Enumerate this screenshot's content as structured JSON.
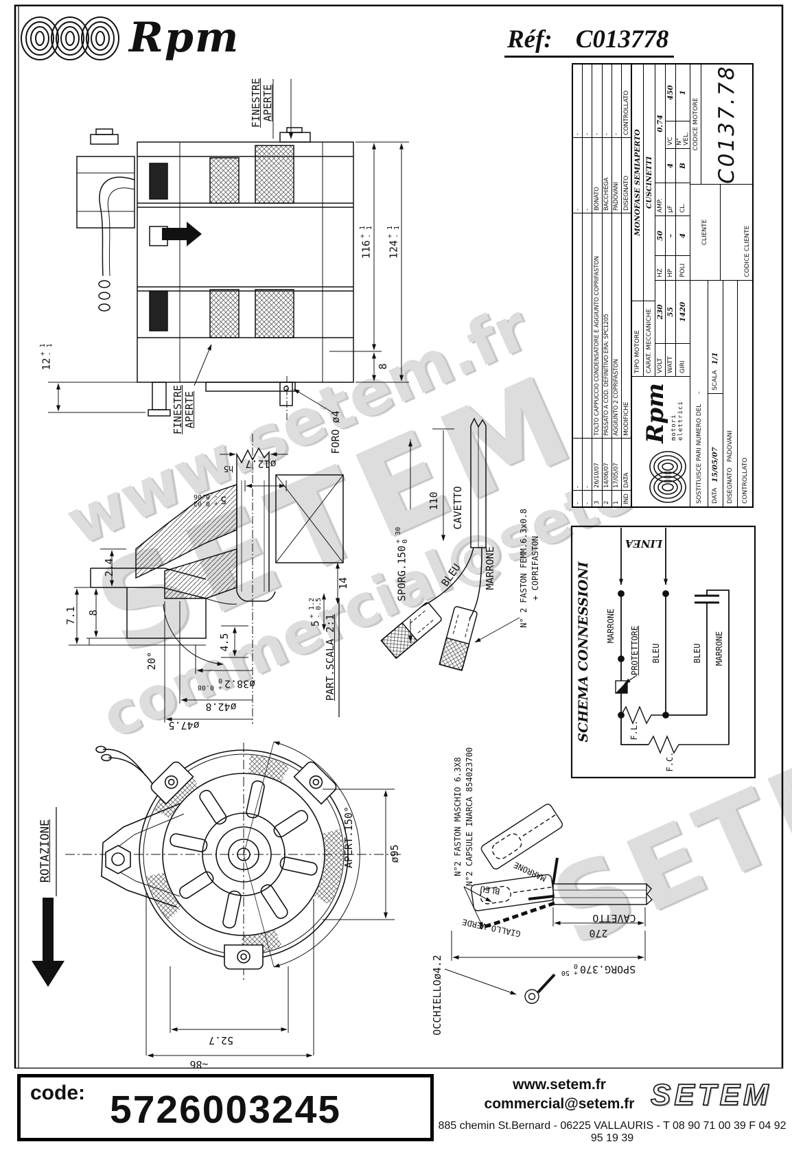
{
  "header": {
    "ref_label": "Réf:",
    "ref_value": "C013778",
    "brand": "Rpm"
  },
  "title_block": {
    "revisions": {
      "header": {
        "ind": "IND",
        "data": "DATA",
        "modifiche": "MODIFICHE",
        "disegnato": "DISEGNATO",
        "controllato": "CONTROLLATO"
      },
      "rows": [
        {
          "ind": "-",
          "date": "-",
          "desc": "",
          "by": "-",
          "chk": "-"
        },
        {
          "ind": "-",
          "date": "-",
          "desc": "",
          "by": "-",
          "chk": "-"
        },
        {
          "ind": "3",
          "date": "26/10/07",
          "desc": "TOLTO CAPPUCCIO CONDENSATORE  E AGGIUNTO COPRIFASTON",
          "by": "BONATO",
          "chk": "-"
        },
        {
          "ind": "2",
          "date": "14/06/07",
          "desc": "PASSATO A COD. DEFINITIVO ERA: SPC1205",
          "by": "BACCHIEGA",
          "chk": "-"
        },
        {
          "ind": "1",
          "date": "17/05/07",
          "desc": "AGGIUNTO 2 COPRIFASTON",
          "by": "PADOVANI",
          "chk": "-"
        }
      ]
    },
    "logo": {
      "brand": "Rpm",
      "sub": "motori elettrici"
    },
    "tipo_motore_label": "TIPO MOTORE",
    "tipo_motore_value": "MONOFASE SEMIAPERTO",
    "carat_label": "CARAT. MECCANICHE",
    "carat_value": "CUSCINETTI",
    "specs": [
      {
        "l": "VOLT",
        "v": "230"
      },
      {
        "l": "HZ",
        "v": "50"
      },
      {
        "l": "AMP.",
        "v": "0.74"
      },
      {
        "l": "WATT",
        "v": "55"
      },
      {
        "l": "HP",
        "v": "–"
      },
      {
        "l": "µF",
        "v": "4"
      },
      {
        "l": "VC",
        "v": "450"
      },
      {
        "l": "GIRI",
        "v": "1420"
      },
      {
        "l": "POLI",
        "v": "4"
      },
      {
        "l": "CL.",
        "v": "B"
      },
      {
        "l": "N° VEL.",
        "v": "1"
      }
    ],
    "sostituisce_label": "SOSTITUISCE PARI NUMERO DEL",
    "sostituisce_value": "–",
    "data_label": "DATA",
    "data_value": "15/05/07",
    "scala_label": "SCALA",
    "scala_value": "1/1",
    "disegnato_label": "DISEGNATO",
    "disegnato_value": "PADOVANI",
    "controllato_label": "CONTROLLATO",
    "cliente_label": "CLIENTE",
    "codice_cliente_label": "CODICE CLIENTE",
    "codice_motore_label": "CODICE MOTORE",
    "codice_motore_value": "C0137.78"
  },
  "view_side": {
    "finestre_line1": "FINESTRE",
    "finestre_line2": "APERTE",
    "d116": {
      "v": "116",
      "p": "+ 1",
      "m": "- 1"
    },
    "d124": {
      "v": "124",
      "p": "+ 1",
      "m": "- 1"
    },
    "d12": {
      "v": "12",
      "p": "+ 1",
      "m": "- 1"
    },
    "d8": "8",
    "foro": "FORO ø4"
  },
  "view_detail": {
    "title": "PART.SCALA 2:1",
    "d12_7": "ø12.7",
    "h5": "h5",
    "d5a": {
      "v": "5",
      "p": "+ 0.02",
      "m": "- 0.06"
    },
    "d2_4": "2.4",
    "d7_1": "7.1",
    "d8": "8",
    "d4_5": "4.5",
    "d14": "14",
    "d5b": {
      "v": "5",
      "p": "+ 1.2",
      "m": "- 0.5"
    },
    "d20": "20°",
    "d38": {
      "v": "ø38.2",
      "p": "+ 0.08",
      "m": "0"
    },
    "d42": "ø42.8",
    "d47": "ø47.5"
  },
  "view_cable": {
    "sporg150": {
      "v": "SPORG.150",
      "p": "+ 30",
      "m": "0"
    },
    "d110": "110",
    "cavetto": "CAVETTO",
    "bleu": "BLEU",
    "marrone": "MARRONE",
    "note1": "N° 2 FASTON FEMM.6.3x0.8",
    "note2": "+ COPRIFASTON"
  },
  "schema": {
    "title": "SCHEMA CONNESSIONI",
    "linea": "LINEA",
    "marrone1": "MARRONE",
    "protettore": "PROTETTORE",
    "bleu1": "BLEU",
    "bleu2": "BLEU",
    "marrone2": "MARRONE",
    "fl": "F.L.",
    "fc": "F.C."
  },
  "view_front": {
    "rotazione": "ROTAZIONE",
    "apert": "APERT.150°",
    "d95": "ø95",
    "d52_7": "52.7",
    "d86": "~86"
  },
  "view_conn": {
    "note1": "N°2 FASTON MASCHIO 6.3X8",
    "note2": "N°2 CAPSULE INARCA 854023700",
    "occhiello": "OCCHIELLOø4.2",
    "marrone": "MARRONE",
    "bleu": "BLEU",
    "giallo": "GIALLO-VERDE",
    "cavetto": "CAVETTO",
    "d270": "270",
    "sporg370": {
      "v": "SPORG.370",
      "p": "+ 50",
      "m": "0"
    }
  },
  "footer": {
    "code_label": "code:",
    "code_value": "5726003245",
    "site": "www.setem.fr",
    "email": "commercial@setem.fr",
    "address": "885 chemin St.Bernard  -  06225 VALLAURIS  -  T 08 90 71 00 39   F 04 92 95 19 39",
    "brand": "SETEM"
  },
  "watermark": {
    "w1": "www.setem.fr",
    "w2": "SETEM",
    "w3": "commercial@setem.fr"
  },
  "colors": {
    "ink": "#111111",
    "watermark": "#dcdcdc",
    "paper": "#ffffff"
  }
}
